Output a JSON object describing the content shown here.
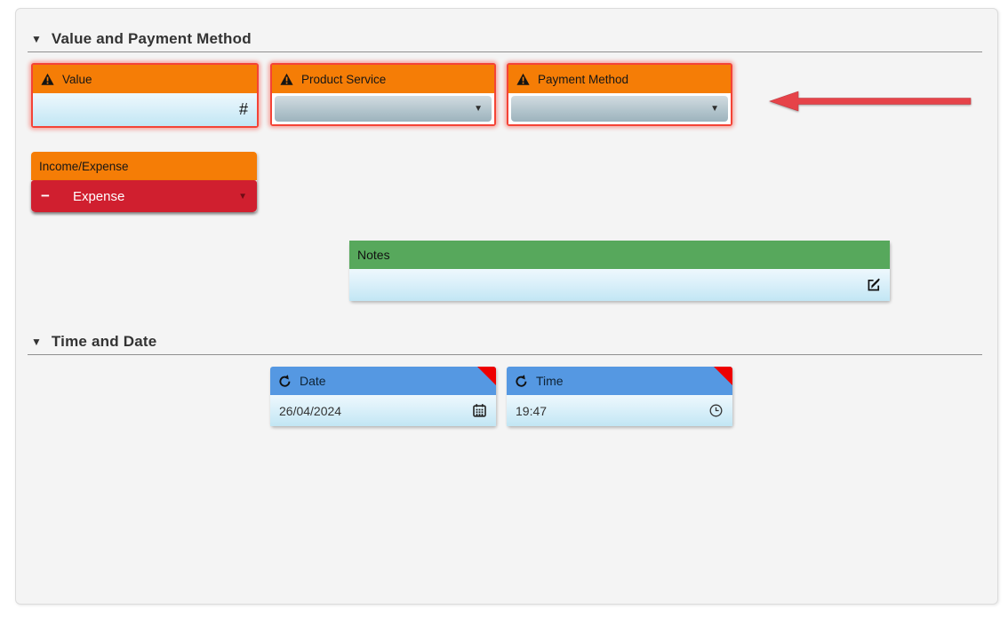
{
  "window": {
    "background": "#ffffff",
    "panel_background": "#f4f4f4"
  },
  "sections": {
    "value_payment": {
      "title": "Value and Payment Method"
    },
    "time_date": {
      "title": "Time and Date"
    }
  },
  "fields": {
    "value": {
      "label": "Value",
      "value": "",
      "suffix": "#",
      "required": true
    },
    "product_service": {
      "label": "Product Service",
      "selected_value": "",
      "required": true
    },
    "payment_method": {
      "label": "Payment Method",
      "selected_value": "",
      "required": true
    },
    "income_expense": {
      "label": "Income/Expense",
      "selected_value": "Expense",
      "minus_glyph": "−"
    },
    "notes": {
      "label": "Notes",
      "value": ""
    },
    "date": {
      "label": "Date",
      "value": "26/04/2024"
    },
    "time": {
      "label": "Time",
      "value": "19:47"
    }
  },
  "glyphs": {
    "collapse_caret": "▼",
    "select_caret": "▼"
  },
  "colors": {
    "required_header_orange": "#f57d06",
    "required_border_red": "#f44336",
    "datetime_header_blue": "#5598e2",
    "notes_header_green": "#57a85c",
    "expense_red": "#d01f2f",
    "input_blue_top": "#eef8fd",
    "input_blue_bottom": "#c2e6f4",
    "alert_corner_red": "#ee0000",
    "annotation_arrow_red": "#e64349"
  },
  "annotations": {
    "arrow": "red arrow pointing left at Payment Method field"
  }
}
